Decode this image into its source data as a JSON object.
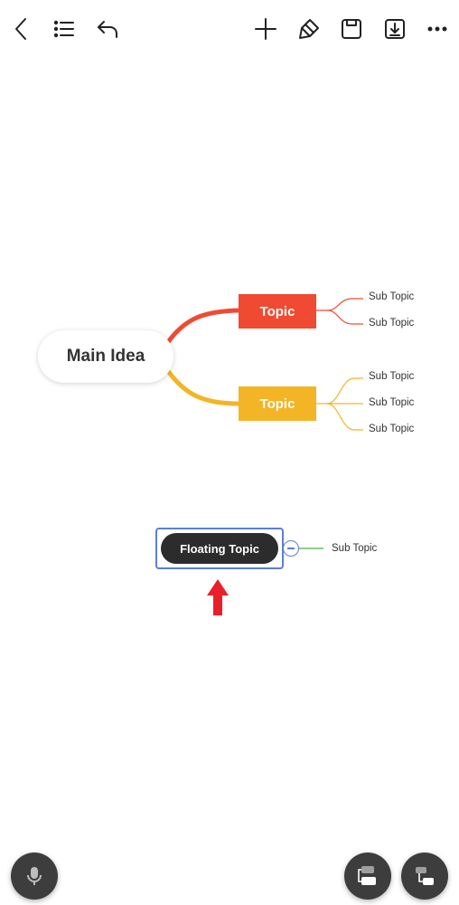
{
  "toolbar": {
    "back_icon": "chevron-left-icon",
    "outline_icon": "list-icon",
    "undo_icon": "undo-icon",
    "add_icon": "plus-icon",
    "format_icon": "paint-brush-icon",
    "save_icon": "save-icon",
    "export_icon": "download-icon",
    "more_icon": "more-icon"
  },
  "mindmap": {
    "main_idea": "Main Idea",
    "topics": [
      {
        "label": "Topic",
        "color": "#f04a32",
        "subtopics": [
          "Sub Topic",
          "Sub Topic"
        ]
      },
      {
        "label": "Topic",
        "color": "#f3b426",
        "subtopics": [
          "Sub Topic",
          "Sub Topic",
          "Sub Topic"
        ]
      }
    ],
    "floating": {
      "label": "Floating Topic",
      "subtopic": "Sub Topic",
      "selection_color": "#5b7fd6",
      "branch_color": "#4caf50"
    },
    "annotation_arrow_color": "#e8202a"
  },
  "bottom_bar": {
    "voice_icon": "microphone-icon",
    "layout_icon_1": "layout-icon",
    "layout_icon_2": "layout-tree-icon"
  }
}
